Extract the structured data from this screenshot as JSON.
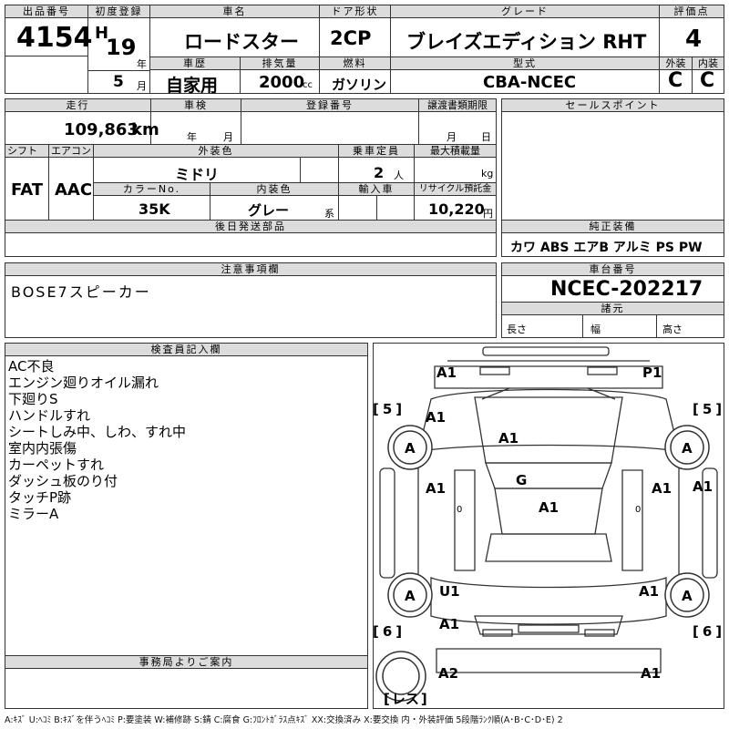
{
  "header": {
    "lot_label": "出品番号",
    "lot": "4154",
    "reg_label": "初度登録",
    "era": "H",
    "year": "19",
    "year_unit": "年",
    "month": "5",
    "month_unit": "月",
    "car_label": "車名",
    "car": "ロードスター",
    "door_label": "ドア形状",
    "door": "2CP",
    "grade_label": "グレード",
    "grade": "ブレイズエディション RHT",
    "score_label": "評価点",
    "score": "4",
    "history_label": "車歴",
    "history": "自家用",
    "disp_label": "排気量",
    "disp": "2000",
    "disp_unit": "cc",
    "fuel_label": "燃料",
    "fuel": "ガソリン",
    "model_label": "型式",
    "model": "CBA-NCEC",
    "ext_label": "外装",
    "ext": "C",
    "int_label": "内装",
    "int": "C"
  },
  "spec": {
    "mileage_label": "走行",
    "mileage": "109,863",
    "mileage_unit": "km",
    "inspection_label": "車検",
    "insp_year_unit": "年",
    "insp_month_unit": "月",
    "regnum_label": "登録番号",
    "transfer_label": "譲渡書類期限",
    "transfer_month_unit": "月",
    "transfer_day_unit": "日",
    "shift_label": "シフト",
    "shift": "FAT",
    "ac_label": "エアコン",
    "ac": "AAC",
    "color_label": "外装色",
    "color": "ミドリ",
    "capacity_label": "乗車定員",
    "capacity": "2",
    "capacity_unit": "人",
    "load_label": "最大積載量",
    "load_unit": "kg",
    "colorno_label": "カラーNo.",
    "colorno": "35K",
    "intcolor_label": "内装色",
    "intcolor": "グレー",
    "intcolor_unit": "系",
    "import_label": "輸入車",
    "recycle_label": "リサイクル預託金",
    "recycle": "10,220",
    "recycle_unit": "円",
    "later_label": "後日発送部品"
  },
  "sales": {
    "title": "セールスポイント"
  },
  "equipment": {
    "title": "純正装備",
    "items": "カワ ABS エアB アルミ PS PW"
  },
  "notes_box": {
    "title": "注意事項欄",
    "text": "BOSE7スピーカー"
  },
  "chassis": {
    "title": "車台番号",
    "number": "NCEC-202217",
    "dims_title": "諸元",
    "length": "長さ",
    "width": "幅",
    "height": "高さ"
  },
  "inspector": {
    "title": "検査員記入欄",
    "lines": [
      "AC不良",
      "エンジン廻りオイル漏れ",
      "下廻りS",
      "ハンドルすれ",
      "シートしみ中、しわ、すれ中",
      "室内内張傷",
      "カーペットすれ",
      "ダッシュ板のり付",
      "タッチP跡",
      "ミラーA"
    ]
  },
  "office": {
    "title": "事務局よりご案内"
  },
  "diagram": {
    "tire_fl": "5",
    "tire_fr": "5",
    "tire_rl": "6",
    "tire_rr": "6",
    "spare": "レス",
    "marks": {
      "front_left": "A1",
      "front_right": "P1",
      "fender_fl": "A1",
      "wheel_fl": "A",
      "hood": "A1",
      "wheel_fr": "A",
      "door_l": "A1",
      "windshield": "G",
      "door_r": "A1",
      "door_r_edge": "A1",
      "roof": "A1",
      "wheel_rl": "A",
      "sill_rl": "U1",
      "fender_rl": "A1",
      "fender_rr": "A1",
      "wheel_rr": "A",
      "rear_left": "A2",
      "rear_right": "A1",
      "zero1": "0",
      "zero2": "0"
    }
  },
  "legend": "A:ｷｽﾞ U:ﾍｺﾐ B:ｷｽﾞを伴うﾍｺﾐ P:要塗装 W:補修跡 S:錆 C:腐食 G:ﾌﾛﾝﾄｶﾞﾗｽ点ｷｽﾞ XX:交換済み X:要交換 内・外装評価 5段階ﾗﾝｸ順(A･B･C･D･E) 2"
}
